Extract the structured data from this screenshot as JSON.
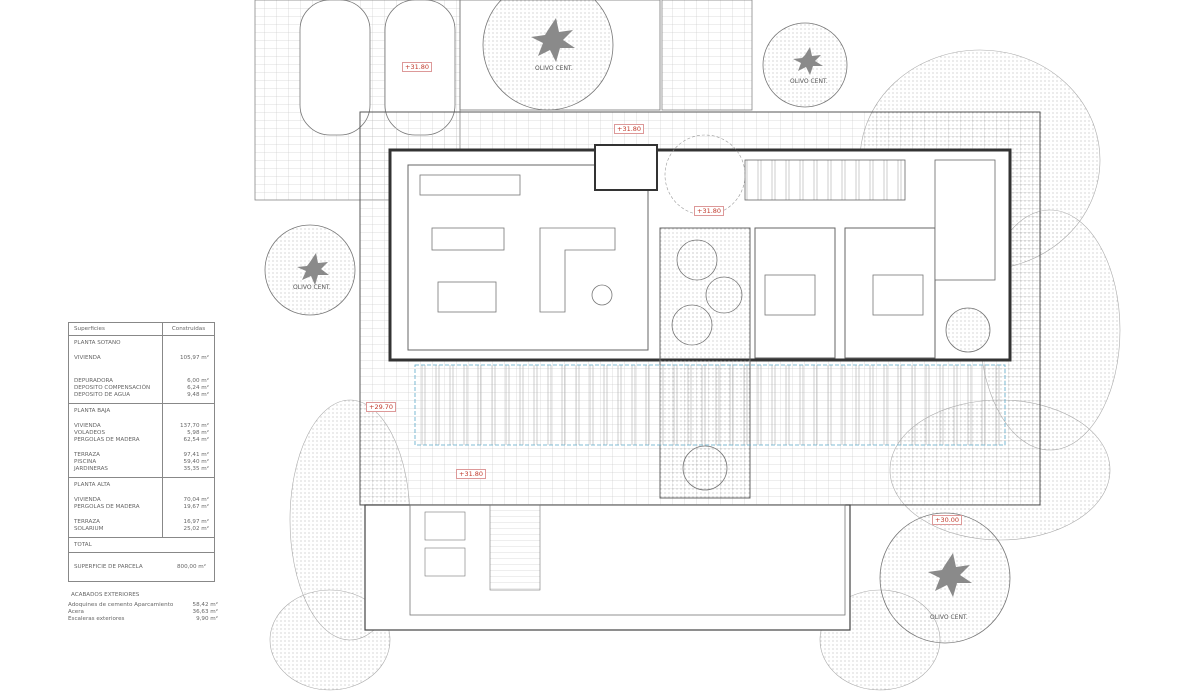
{
  "table": {
    "col_left": "Superficies",
    "col_right": "Construidas",
    "sections": [
      {
        "rows": [
          {
            "label": "PLANTA SOTANO",
            "value": ""
          },
          {
            "label": "VIVIENDA",
            "value": "105,97 m²"
          },
          {
            "label": "",
            "value": ""
          },
          {
            "label": "DEPURADORA",
            "value": "6,00 m²"
          },
          {
            "label": "DEPOSITO COMPENSACIÓN",
            "value": "6,24 m²"
          },
          {
            "label": "DEPOSITO DE AGUA",
            "value": "9,48 m²"
          }
        ]
      },
      {
        "rows": [
          {
            "label": "PLANTA BAJA",
            "value": ""
          },
          {
            "label": "VIVIENDA",
            "value": "137,70 m²"
          },
          {
            "label": "VOLADEOS",
            "value": "5,98 m²"
          },
          {
            "label": "PERGOLAS DE MADERA",
            "value": "62,54 m²"
          },
          {
            "label": "",
            "value": ""
          },
          {
            "label": "TERRAZA",
            "value": "97,41 m²"
          },
          {
            "label": "PISCINA",
            "value": "59,40 m²"
          },
          {
            "label": "JARDINERAS",
            "value": "35,35 m²"
          }
        ]
      },
      {
        "rows": [
          {
            "label": "PLANTA ALTA",
            "value": ""
          },
          {
            "label": "VIVIENDA",
            "value": "70,04 m²"
          },
          {
            "label": "PERGOLAS DE MADERA",
            "value": "19,67 m²"
          },
          {
            "label": "",
            "value": ""
          },
          {
            "label": "TERRAZA",
            "value": "16,97 m²"
          },
          {
            "label": "SOLARIUM",
            "value": "25,02 m²"
          }
        ]
      }
    ],
    "total_label": "TOTAL",
    "parcela_label": "SUPERFICIE DE PARCELA",
    "parcela_value": "800,00 m²"
  },
  "acabados": {
    "title": "ACABADOS EXTERIORES",
    "rows": [
      {
        "label": "Adoquines de cemento Aparcamiento",
        "value": "58,42 m²"
      },
      {
        "label": "Acera",
        "value": "36,63 m²"
      },
      {
        "label": "Escaleras exteriores",
        "value": "9,90 m²"
      }
    ]
  },
  "levels": {
    "parking": "+31.80",
    "access": "+31.80",
    "vestibule": "+31.80",
    "side": "+29.70",
    "terrace": "+31.80",
    "garden": "+30.00"
  },
  "trees": {
    "top": "OLIVO CENT.",
    "top_right": "OLIVO CENT.",
    "left": "OLIVO CENT.",
    "bottom_right": "OLIVO CENT."
  },
  "colors": {
    "line": "#555555",
    "level_tag": "#c0392b",
    "tree_trunk": "#8a8a8a",
    "guide": "#5aa9c9"
  }
}
